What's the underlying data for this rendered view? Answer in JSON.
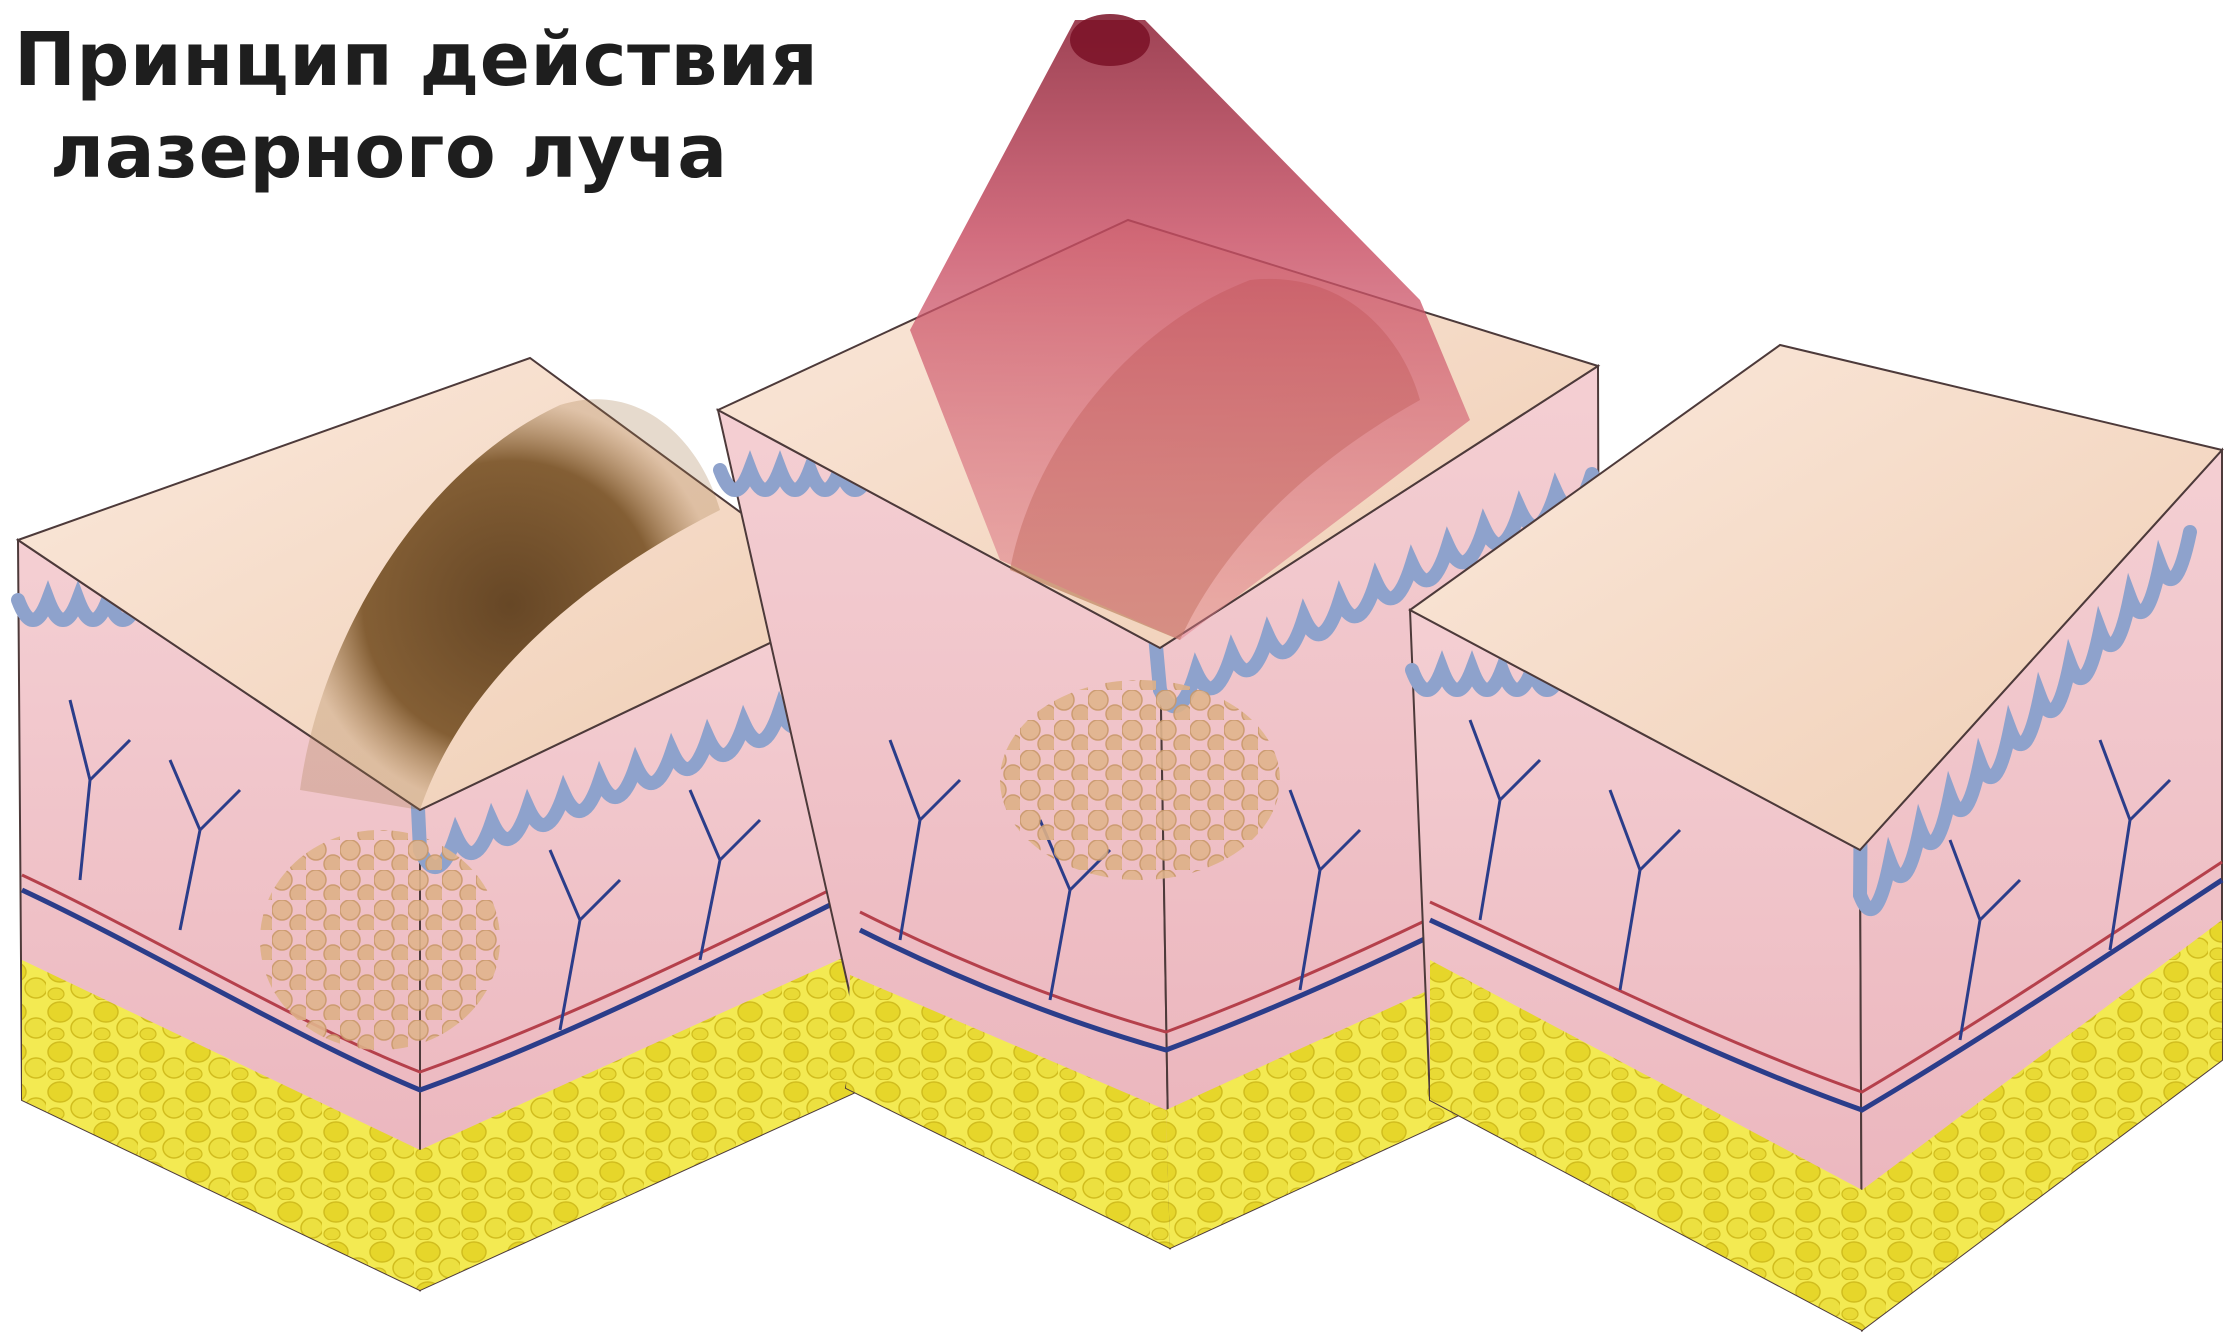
{
  "title": {
    "line1": "Принцип действия",
    "line2": "лазерного луча"
  },
  "colors": {
    "background": "#ffffff",
    "skin_top": "#f3d6c0",
    "dermis": "#f1c4c9",
    "epidermis_vessels": "#8ea2cc",
    "fat": "#ece23c",
    "pigment": "#6f4a22",
    "laser": "#c6455a",
    "outline": "#4d3a3a"
  },
  "blocks": [
    {
      "name": "block-before",
      "pigment_spot": true,
      "laser": false
    },
    {
      "name": "block-laser-treatment",
      "pigment_spot": true,
      "laser": true
    },
    {
      "name": "block-after",
      "pigment_spot": false,
      "laser": false
    }
  ]
}
